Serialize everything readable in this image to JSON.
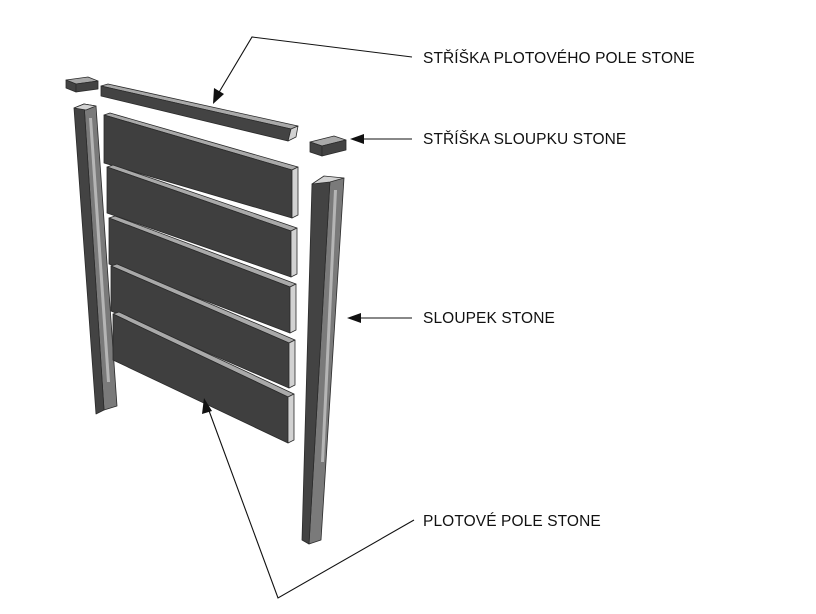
{
  "labels": {
    "panel_cap": "STŘÍŠKA PLOTOVÉHO POLE STONE",
    "post_cap": "STŘÍŠKA SLOUPKU STONE",
    "post": "SLOUPEK STONE",
    "panel": "PLOTOVÉ POLE STONE"
  },
  "colors": {
    "board_face": "#3f3f3f",
    "board_top": "#a9a9a9",
    "board_edge": "#d2d2d2",
    "post_front": "#434343",
    "post_side": "#7a7a7a",
    "post_groove": "#b5b5b5",
    "line": "#111111"
  }
}
